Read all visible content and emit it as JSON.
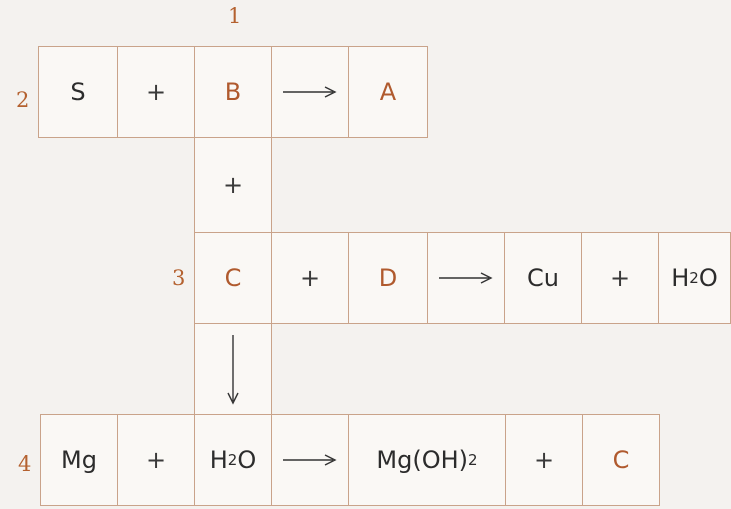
{
  "clue_numbers": {
    "c1": "1",
    "c2": "2",
    "c3": "3",
    "c4": "4"
  },
  "row2": {
    "s": "S",
    "plus1": "+",
    "b": "B",
    "a": "A"
  },
  "col1": {
    "plus": "+"
  },
  "row3": {
    "c": "C",
    "plus1": "+",
    "d": "D",
    "cu": "Cu",
    "plus2": "+",
    "h2o_base": "H",
    "h2o_sub": "2",
    "h2o_end": "O"
  },
  "row4": {
    "mg": "Mg",
    "plus1": "+",
    "h2o_base": "H",
    "h2o_sub": "2",
    "h2o_end": "O",
    "mgoh_base": "Mg(OH)",
    "mgoh_sub": "2",
    "plus2": "+",
    "c": "C"
  },
  "colors": {
    "border": "#c9a38a",
    "letter": "#b05a2e",
    "number": "#b4612f"
  }
}
